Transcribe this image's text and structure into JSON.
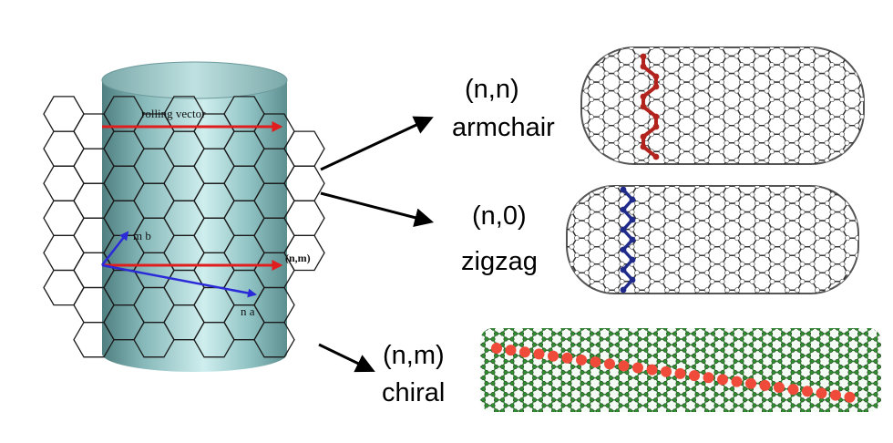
{
  "cylinder": {
    "rolling_label": "rolling vector",
    "mb_label": "m b",
    "na_label": "n a",
    "nm_label": "(n,m)"
  },
  "types": [
    {
      "index": "(n,n)",
      "name": "armchair",
      "highlight_color": "#b2231d"
    },
    {
      "index": "(n,0)",
      "name": "zigzag",
      "highlight_color": "#1f2a8a"
    },
    {
      "index": "(n,m)",
      "name": "chiral",
      "highlight_color": "#f04a3a"
    }
  ],
  "colors": {
    "vector_red": "#e01e1e",
    "vector_blue": "#2a2ad8",
    "cylinder": "#8fc3c4",
    "lattice": "#1a1a1a",
    "tube_atoms": "#5a5a5a",
    "chiral_atoms": "#2f8f2f"
  }
}
